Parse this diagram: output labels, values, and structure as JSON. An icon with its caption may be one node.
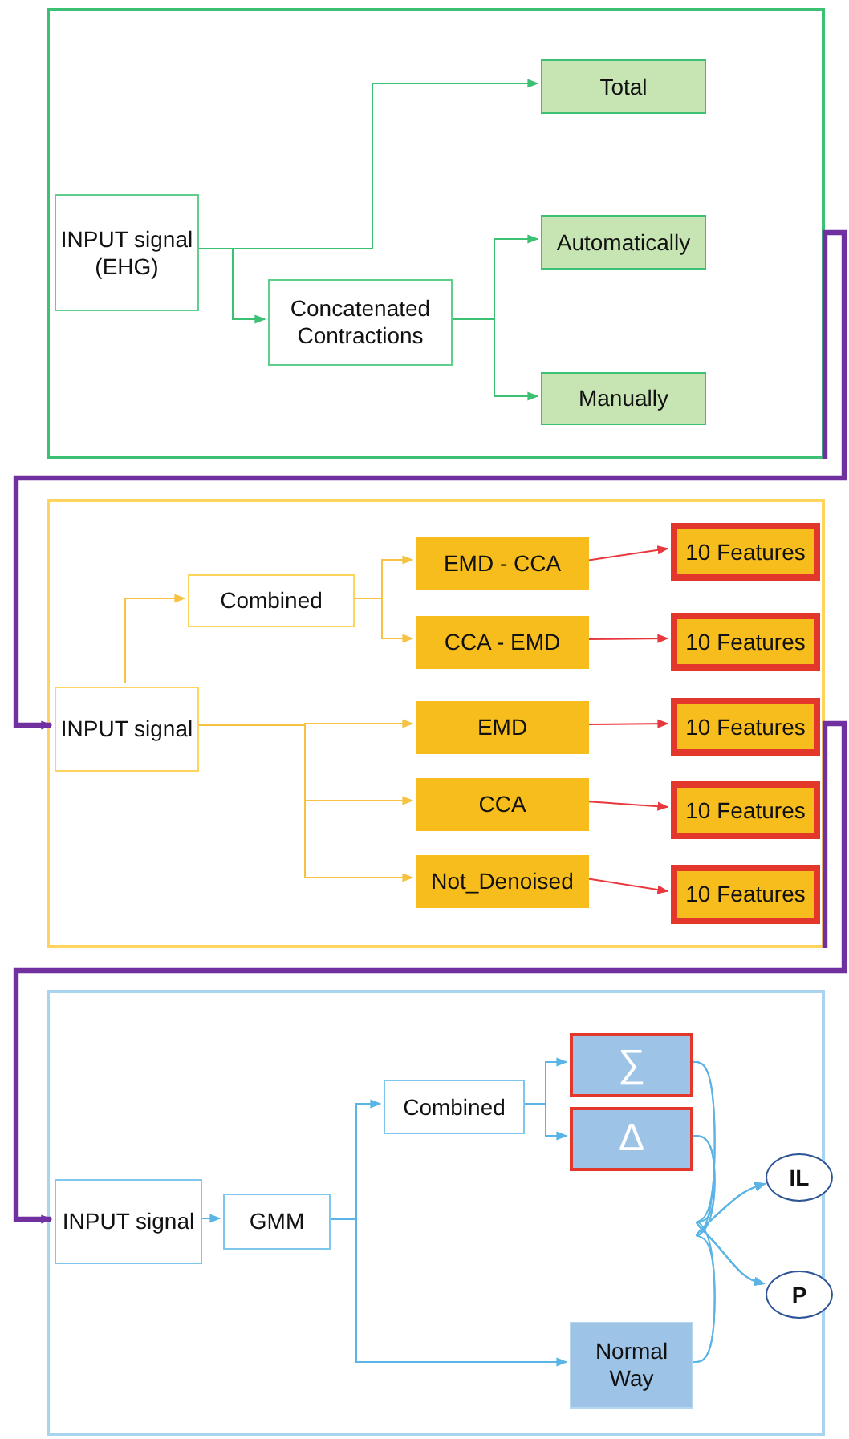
{
  "diagram": {
    "nodes": [
      {
        "text": [],
        "shape": "box"
      },
      {
        "text": [
          "INPUT signal (EHG)"
        ],
        "in": 0
      },
      {
        "text": [
          "Total"
        ],
        "in": 0
      },
      {
        "text": [
          "Concatenated Contractions"
        ],
        "in": 0
      },
      {
        "text": [
          "Automatically"
        ],
        "in": 0
      },
      {
        "text": [
          "Manually"
        ],
        "in": 0
      },
      {
        "text": [],
        "shape": "box"
      },
      {
        "text": [
          "INPUT signal"
        ],
        "in": 6
      },
      {
        "text": [
          "Combined"
        ],
        "in": 6
      },
      {
        "text": [
          "EMD - CCA"
        ],
        "in": 6
      },
      {
        "text": [
          "CCA - EMD"
        ],
        "in": 6
      },
      {
        "text": [
          "EMD"
        ],
        "in": 6
      },
      {
        "text": [
          "CCA"
        ],
        "in": 6
      },
      {
        "text": [
          "Not_Denoised"
        ],
        "in": 6
      },
      {
        "text": [
          "10 Features"
        ],
        "in": 6
      },
      {
        "text": [
          "10 Features"
        ],
        "in": 6
      },
      {
        "text": [
          "10 Features"
        ],
        "in": 6
      },
      {
        "text": [
          "10 Features"
        ],
        "in": 6
      },
      {
        "text": [
          "10 Features"
        ],
        "in": 6
      },
      {
        "text": [],
        "shape": "box"
      },
      {
        "text": [
          "INPUT signal"
        ],
        "in": 19
      },
      {
        "text": [
          "GMM"
        ],
        "in": 19
      },
      {
        "text": [
          "Combined"
        ],
        "in": 19
      },
      {
        "text": [
          "∑"
        ],
        "in": 19
      },
      {
        "text": [
          "Δ"
        ],
        "in": 19
      },
      {
        "text": [
          "Normal Way"
        ],
        "in": 19
      },
      {
        "text": [
          "IL"
        ],
        "in": 19
      },
      {
        "text": [
          "P"
        ],
        "in": 19
      }
    ],
    "edges": [
      {
        "from": 1,
        "to": 2,
        "arrow": "to",
        "color": "#3cc074"
      },
      {
        "from": 1,
        "to": 3,
        "arrow": "to",
        "color": "#3cc074"
      },
      {
        "from": 3,
        "to": 4,
        "arrow": "to",
        "color": "#3cc074"
      },
      {
        "from": 3,
        "to": 5,
        "arrow": "to",
        "color": "#3cc074"
      },
      {
        "from": 0,
        "to": 7,
        "arrow": "to",
        "style": "thick",
        "color": "#7030a0"
      },
      {
        "from": 7,
        "to": 8,
        "arrow": "to",
        "color": "#f5c242"
      },
      {
        "from": 8,
        "to": 9,
        "arrow": "to",
        "color": "#f5c242"
      },
      {
        "from": 8,
        "to": 10,
        "arrow": "to",
        "color": "#f5c242"
      },
      {
        "from": 7,
        "to": 11,
        "arrow": "to",
        "color": "#f5c242"
      },
      {
        "from": 7,
        "to": 12,
        "arrow": "to",
        "color": "#f5c242"
      },
      {
        "from": 7,
        "to": 13,
        "arrow": "to",
        "color": "#f5c242"
      },
      {
        "from": 9,
        "to": 14,
        "arrow": "to",
        "color": "#e8383d"
      },
      {
        "from": 10,
        "to": 15,
        "arrow": "to",
        "color": "#e8383d"
      },
      {
        "from": 11,
        "to": 16,
        "arrow": "to",
        "color": "#e8383d"
      },
      {
        "from": 12,
        "to": 17,
        "arrow": "to",
        "color": "#e8383d"
      },
      {
        "from": 13,
        "to": 18,
        "arrow": "to",
        "color": "#e8383d"
      },
      {
        "from": 6,
        "to": 20,
        "arrow": "to",
        "style": "thick",
        "color": "#7030a0"
      },
      {
        "from": 20,
        "to": 21,
        "arrow": "to"
      },
      {
        "from": 21,
        "to": 22,
        "arrow": "to"
      },
      {
        "from": 21,
        "to": 25,
        "arrow": "to"
      },
      {
        "from": 22,
        "to": 23,
        "arrow": "to"
      },
      {
        "from": 22,
        "to": 24,
        "arrow": "to"
      },
      {
        "from": 23,
        "to": 26,
        "arrow": "to"
      },
      {
        "from": 24,
        "to": 26,
        "arrow": "to"
      },
      {
        "from": 25,
        "to": 26,
        "arrow": "to"
      },
      {
        "from": 23,
        "to": 27,
        "arrow": "to"
      },
      {
        "from": 24,
        "to": 27,
        "arrow": "to"
      },
      {
        "from": 25,
        "to": 27,
        "arrow": "to"
      }
    ]
  }
}
